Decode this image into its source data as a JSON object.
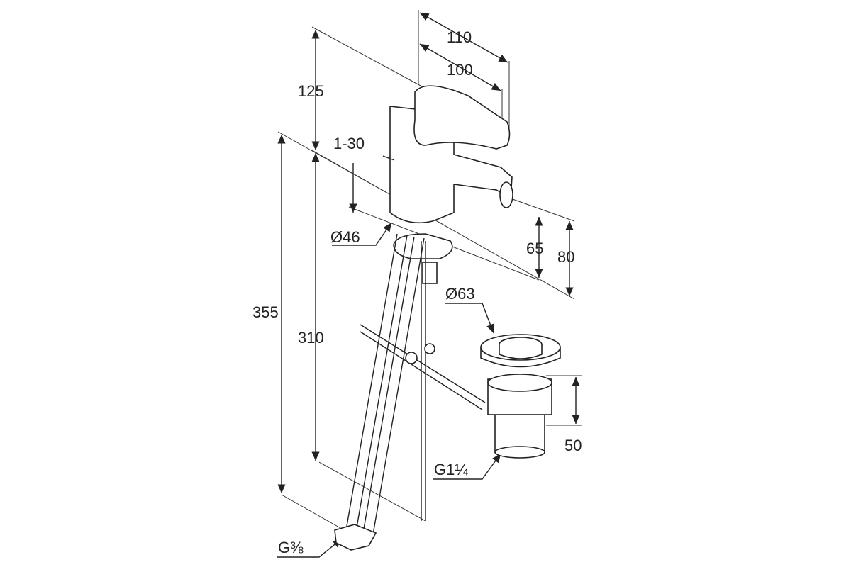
{
  "title": "Bidet mixer dimension drawing",
  "dimensions": {
    "spout_reach_outer": "110",
    "spout_reach_inner": "100",
    "top_height": "125",
    "pop_up_range": "1-30",
    "body_diameter": "Ø46",
    "spout_height_65": "65",
    "spout_height_80": "80",
    "total_hose_length": "355",
    "hose_length": "310",
    "waste_diameter": "Ø63",
    "waste_height": "50",
    "waste_thread": "G1¼",
    "connection_thread": "G⅜"
  },
  "colors": {
    "line": "#222222",
    "background": "#ffffff"
  }
}
